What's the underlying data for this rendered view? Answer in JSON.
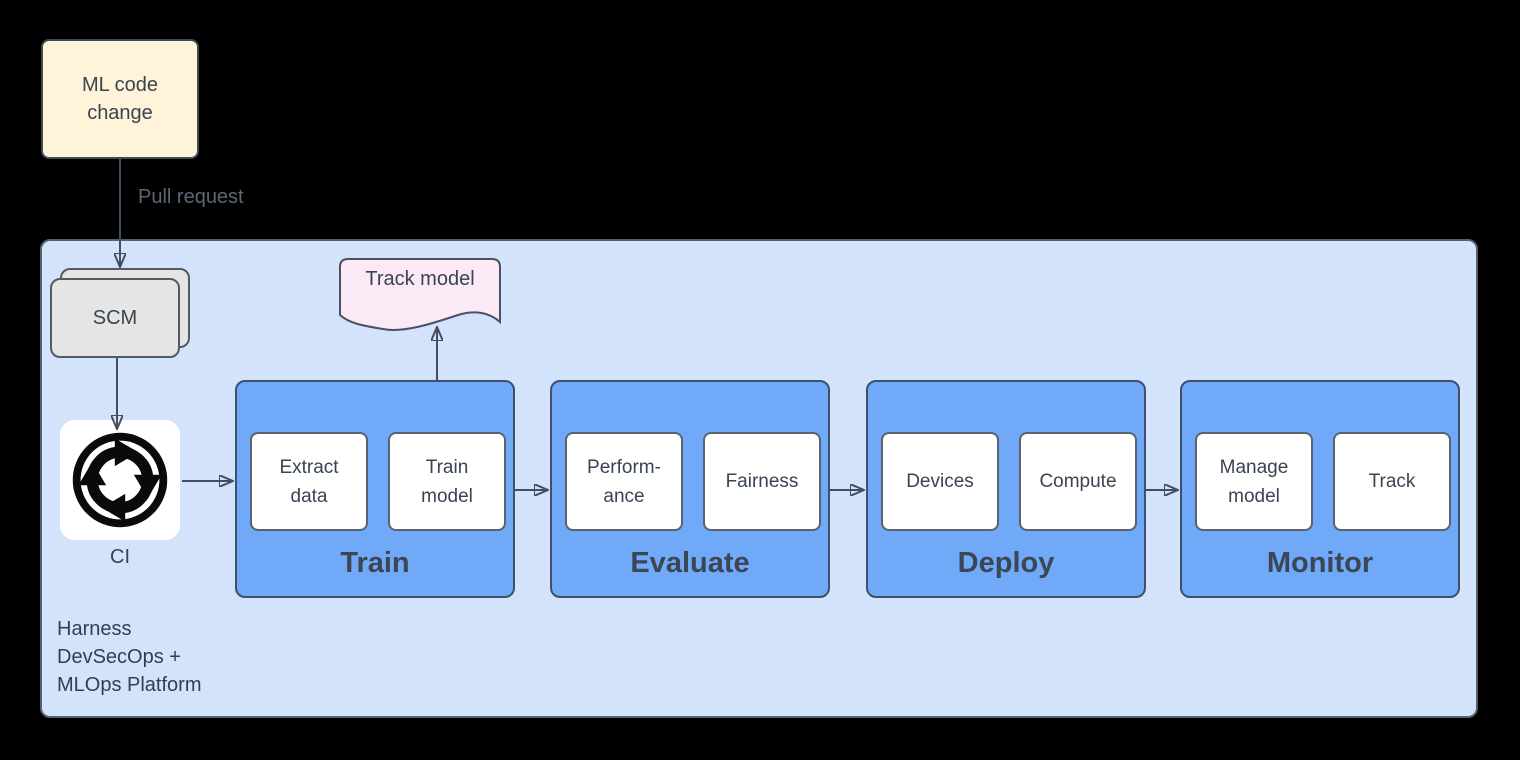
{
  "source": {
    "label": "ML code change"
  },
  "edges": {
    "pull_request": "Pull request"
  },
  "platform": {
    "label_lines": [
      "Harness",
      "DevSecOps +",
      "MLOps Platform"
    ],
    "scm_label": "SCM",
    "ci_label": "CI",
    "track_model_label": "Track model",
    "stages": [
      {
        "label": "Train",
        "steps": [
          "Extract data",
          "Train model"
        ]
      },
      {
        "label": "Evaluate",
        "steps": [
          "Perform-ance",
          "Fairness"
        ]
      },
      {
        "label": "Deploy",
        "steps": [
          "Devices",
          "Compute"
        ]
      },
      {
        "label": "Monitor",
        "steps": [
          "Manage model",
          "Track"
        ]
      }
    ]
  },
  "colors": {
    "background": "#000000",
    "platform_fill": "#d3e3fb",
    "platform_stroke": "#53616f",
    "stage_fill": "#6fa9f8",
    "stage_stroke": "#41506a",
    "step_fill": "#ffffff",
    "step_stroke": "#5a6270",
    "note_fill": "#fff3d9",
    "note_stroke": "#3f4a57",
    "scm_fill": "#e5e5e5",
    "scm_stroke": "#545a63",
    "doc_fill": "#fbe9f6",
    "doc_stroke": "#4a5261",
    "arrow": "#454e5e",
    "text_dark": "#394453",
    "text_muted": "#5d6773",
    "icon_black": "#0a0a0a"
  }
}
